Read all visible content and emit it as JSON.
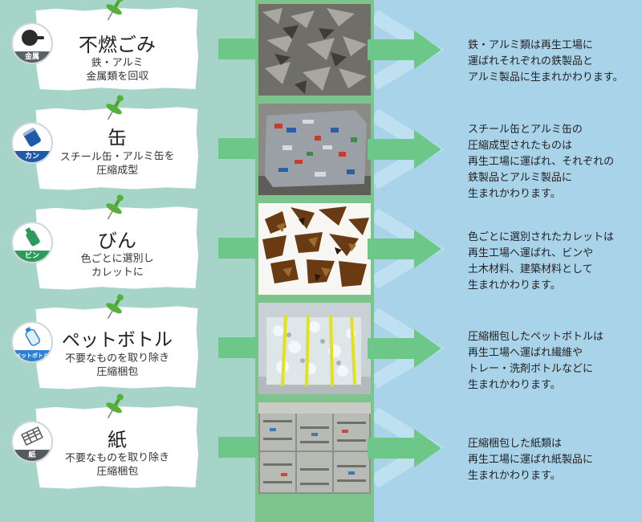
{
  "rows": [
    {
      "badge_label": "金属",
      "badge_color": "#5b6166",
      "badge_icon": "frying-pan-icon",
      "title": "不燃ごみ",
      "sub": [
        "鉄・アルミ",
        "金属類を回収"
      ],
      "photo": "scrap-metal-photo",
      "desc": "鉄・アルミ類は再生工場に\n運ばれそれぞれの鉄製品と\nアルミ製品に生まれかわります。"
    },
    {
      "badge_label": "カン",
      "badge_color": "#1f5aa8",
      "badge_icon": "can-icon",
      "title": "缶",
      "sub": [
        "スチール缶・アルミ缶を",
        "圧縮成型"
      ],
      "photo": "compressed-cans-photo",
      "desc": "スチール缶とアルミ缶の\n圧縮成型されたものは\n再生工場に運ばれ、それぞれの\n鉄製品とアルミ製品に\n生まれかわります。"
    },
    {
      "badge_label": "ビン",
      "badge_color": "#2e9a5c",
      "badge_icon": "bottle-icon",
      "title": "びん",
      "sub": [
        "色ごとに選別し",
        "カレットに"
      ],
      "photo": "glass-cullet-photo",
      "desc": "色ごとに選別されたカレットは\n再生工場へ運ばれ、ビンや\n土木材料、建築材料として\n生まれかわります。"
    },
    {
      "badge_label": "ペットボトル",
      "badge_color": "#2f7fd0",
      "badge_icon": "pet-bottle-icon",
      "title": "ペットボトル",
      "sub": [
        "不要なものを取り除き",
        "圧縮梱包"
      ],
      "photo": "pet-bale-photo",
      "desc": "圧縮梱包したペットボトルは\n再生工場へ運ばれ繊維や\nトレー・洗剤ボトルなどに\n生まれかわります。"
    },
    {
      "badge_label": "紙",
      "badge_color": "#555a5e",
      "badge_icon": "paper-bundle-icon",
      "title": "紙",
      "sub": [
        "不要なものを取り除き",
        "圧縮梱包"
      ],
      "photo": "paper-bales-photo",
      "desc": "圧縮梱包した紙類は\n再生工場に運ばれ紙製品に\n生まれかわります。"
    }
  ]
}
